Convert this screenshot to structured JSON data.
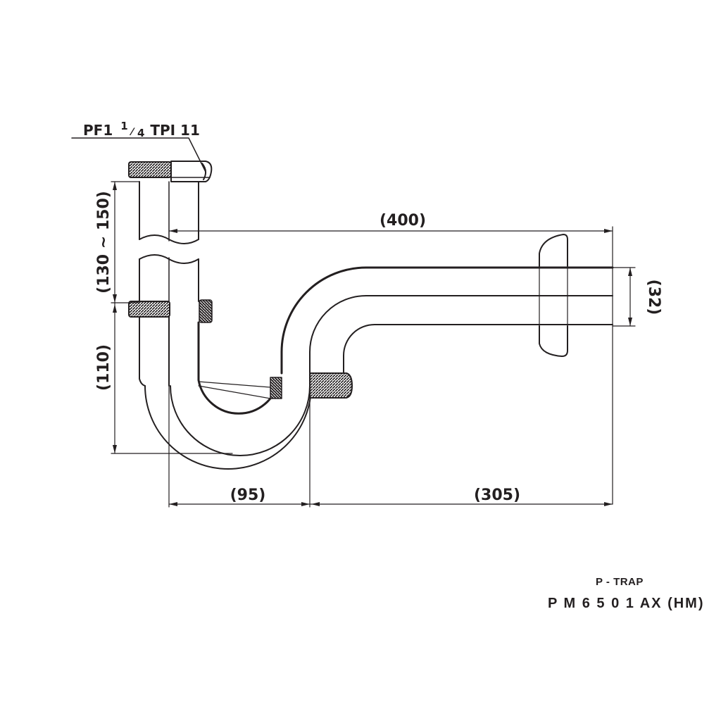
{
  "thread_spec": {
    "pre": "PF1",
    "num": "1",
    "den": "4",
    "post": "TPI 11"
  },
  "dimensions": {
    "d400": "(400)",
    "d32": "(32)",
    "d130_150": "(130 ~ 150)",
    "d110": "(110)",
    "d95": "(95)",
    "d305": "(305)"
  },
  "title_block": {
    "product_type": "P - TRAP",
    "model": "P M 6 5 0 1 AX (HM)"
  },
  "colors": {
    "line": "#231f20",
    "background": "#ffffff"
  }
}
